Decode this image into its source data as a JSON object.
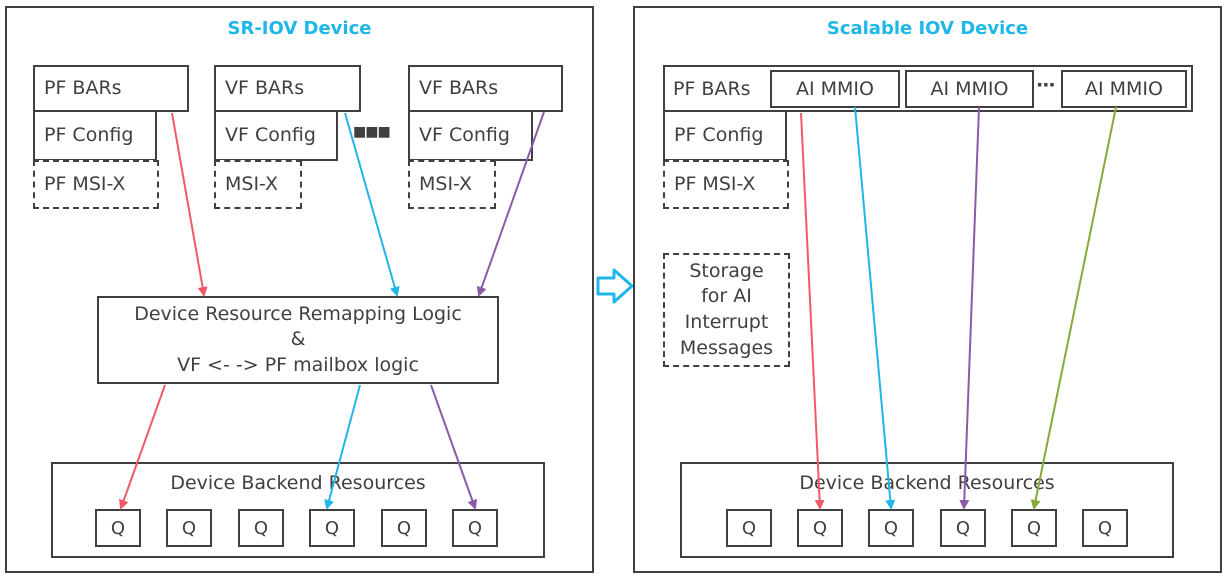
{
  "left": {
    "title": "SR-IOV Device",
    "pf_bars": "PF BARs",
    "pf_config": "PF Config",
    "pf_msix": "PF MSI-X",
    "vf1_bars": "VF BARs",
    "vf1_config": "VF Config",
    "vf1_msix": "MSI-X",
    "vf2_bars": "VF BARs",
    "vf2_config": "VF Config",
    "vf2_msix": "MSI-X",
    "ellipsis": "■■■",
    "remap_line1": "Device Resource Remapping Logic",
    "remap_line2": "&",
    "remap_line3": "VF <- -> PF mailbox logic",
    "backend_label": "Device Backend Resources",
    "queues": [
      "Q",
      "Q",
      "Q",
      "Q",
      "Q",
      "Q"
    ]
  },
  "transition_arrow": "⇨",
  "right": {
    "title": "Scalable IOV Device",
    "pf_bars": "PF BARs",
    "ai_mmio": [
      "AI MMIO",
      "AI MMIO",
      "AI MMIO"
    ],
    "ellipsis": "···",
    "pf_config": "PF Config",
    "pf_msix": "PF MSI-X",
    "storage_lines": [
      "Storage",
      "for AI",
      "Interrupt",
      "Messages"
    ],
    "backend_label": "Device Backend Resources",
    "queues": [
      "Q",
      "Q",
      "Q",
      "Q",
      "Q",
      "Q"
    ]
  },
  "colors": {
    "red": "#f05a68",
    "cyan": "#1fb6e8",
    "purple": "#8a5ca8",
    "green": "#84aa3a",
    "border": "#404040",
    "title": "#1fb6e8"
  }
}
